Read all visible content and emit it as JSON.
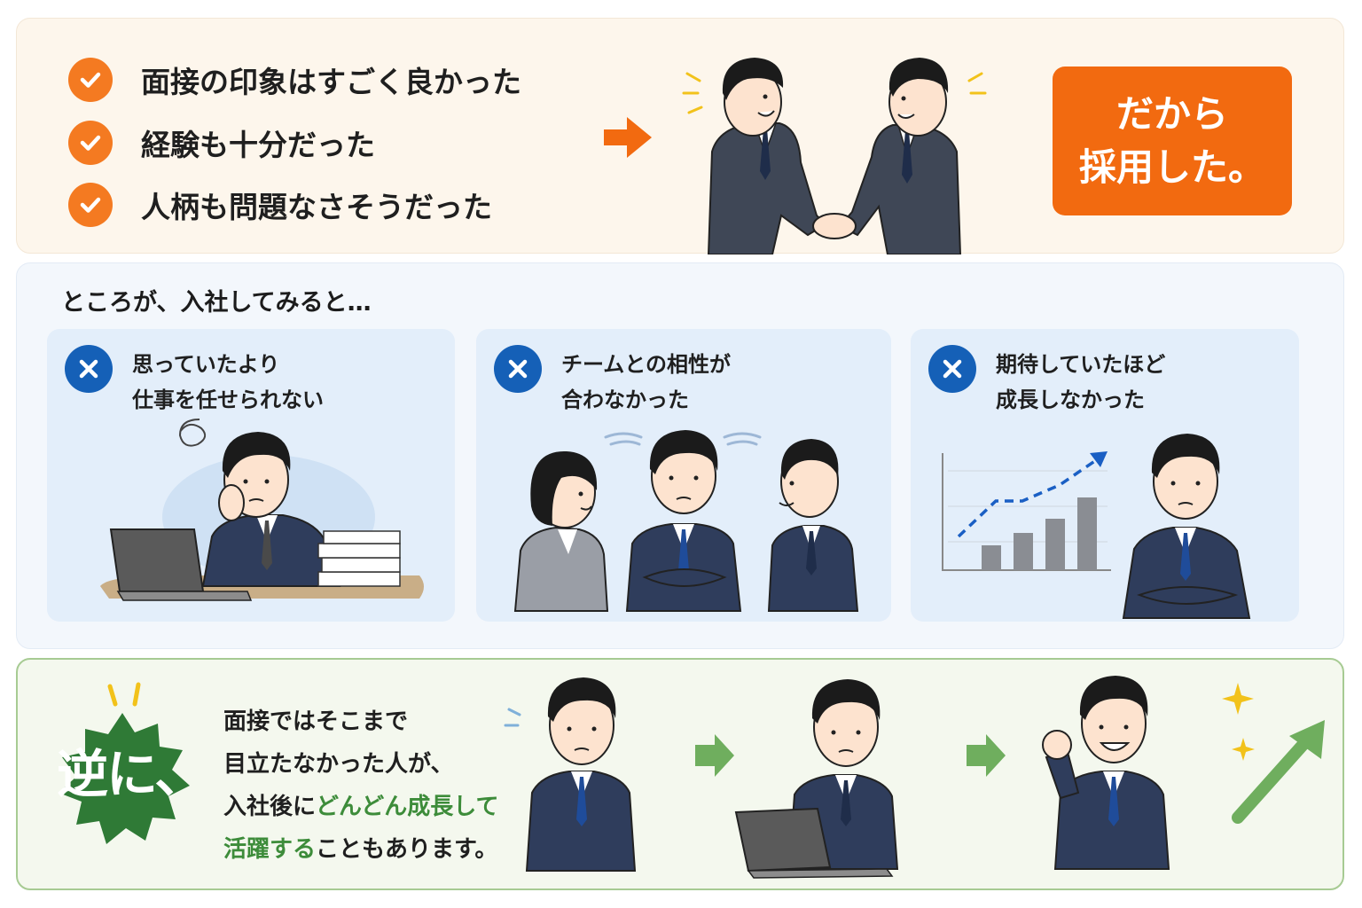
{
  "top": {
    "checklist": [
      {
        "text": "面接の印象はすごく良かった",
        "icon": "check-icon"
      },
      {
        "text": "経験も十分だった",
        "icon": "check-icon"
      },
      {
        "text": "人柄も問題なさそうだった",
        "icon": "check-icon"
      }
    ],
    "result_line1": "だから",
    "result_line2": "採用した。",
    "colors": {
      "accent": "#f26a10",
      "panel": "#fdf6ec"
    }
  },
  "middle": {
    "heading": "ところが、入社してみると…",
    "cards": [
      {
        "line1": "思っていたより",
        "line2": "仕事を任せられない",
        "icon": "x-icon"
      },
      {
        "line1": "チームとの相性が",
        "line2": "合わなかった",
        "icon": "x-icon"
      },
      {
        "line1": "期待していたほど",
        "line2": "成長しなかった",
        "icon": "x-icon"
      }
    ],
    "colors": {
      "x_badge": "#1560b7",
      "card": "#e3eefa"
    }
  },
  "bottom": {
    "burst_text": "逆に、",
    "line1": "面接ではそこまで",
    "line2": "目立たなかった人が、",
    "line3_prefix": "入社後に",
    "line3_highlight": "どんどん成長して",
    "line4_highlight": "活躍する",
    "line4_suffix": "こともあります。",
    "colors": {
      "green": "#3d8c3a",
      "burst": "#2f7a36"
    }
  }
}
